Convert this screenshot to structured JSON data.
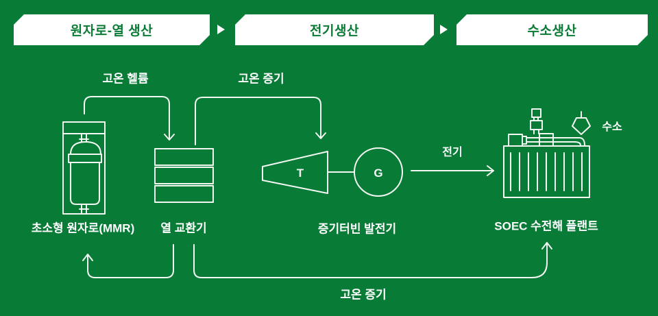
{
  "colors": {
    "background": "#087B36",
    "box_background": "#FFFFFF",
    "box_text": "#0A7B35",
    "line": "#F3F8F2",
    "label_text": "#FFFFFF"
  },
  "header": {
    "stages": [
      {
        "label": "원자로-열 생산"
      },
      {
        "label": "전기생산"
      },
      {
        "label": "수소생산"
      }
    ]
  },
  "labels": {
    "high_temp_helium": "고온 헬륨",
    "high_temp_steam_top": "고온 증기",
    "electricity": "전기",
    "hydrogen": "수소",
    "high_temp_steam_bottom": "고온 증기",
    "reactor": "초소형 원자로(MMR)",
    "heat_exchanger": "열 교환기",
    "turbine_generator": "증기터빈 발전기",
    "soec_plant": "SOEC 수전해 플랜트",
    "turbine_letter": "T",
    "generator_letter": "G"
  }
}
